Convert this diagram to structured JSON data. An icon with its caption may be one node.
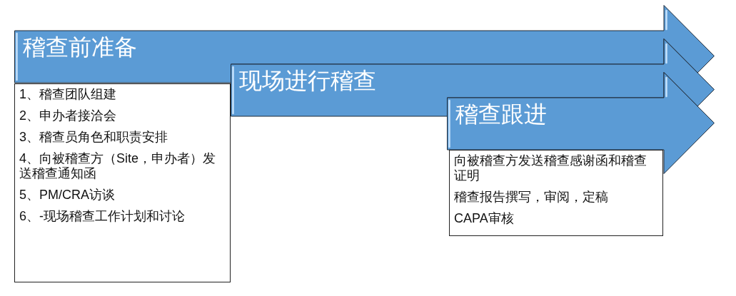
{
  "diagram": {
    "nodes": [
      {
        "text": [
          "稽查前准备"
        ]
      },
      {
        "text": [
          "1、稽查团队组建",
          "2、申办者接洽会",
          "3、稽查员角色和职责安排",
          "4、向被稽查方（Site，申办者）发送稽查通知函",
          "5、PM/CRA访谈",
          "6、-现场稽查工作计划和讨论"
        ]
      },
      {
        "text": [
          "现场进行稽查"
        ]
      },
      {
        "text": [
          "稽查跟进"
        ]
      },
      {
        "text": [
          "向被稽查方发送稽查感谢函和稽查证明",
          "稽查报告撰写，审阅，定稿",
          "CAPA审核"
        ]
      }
    ]
  }
}
